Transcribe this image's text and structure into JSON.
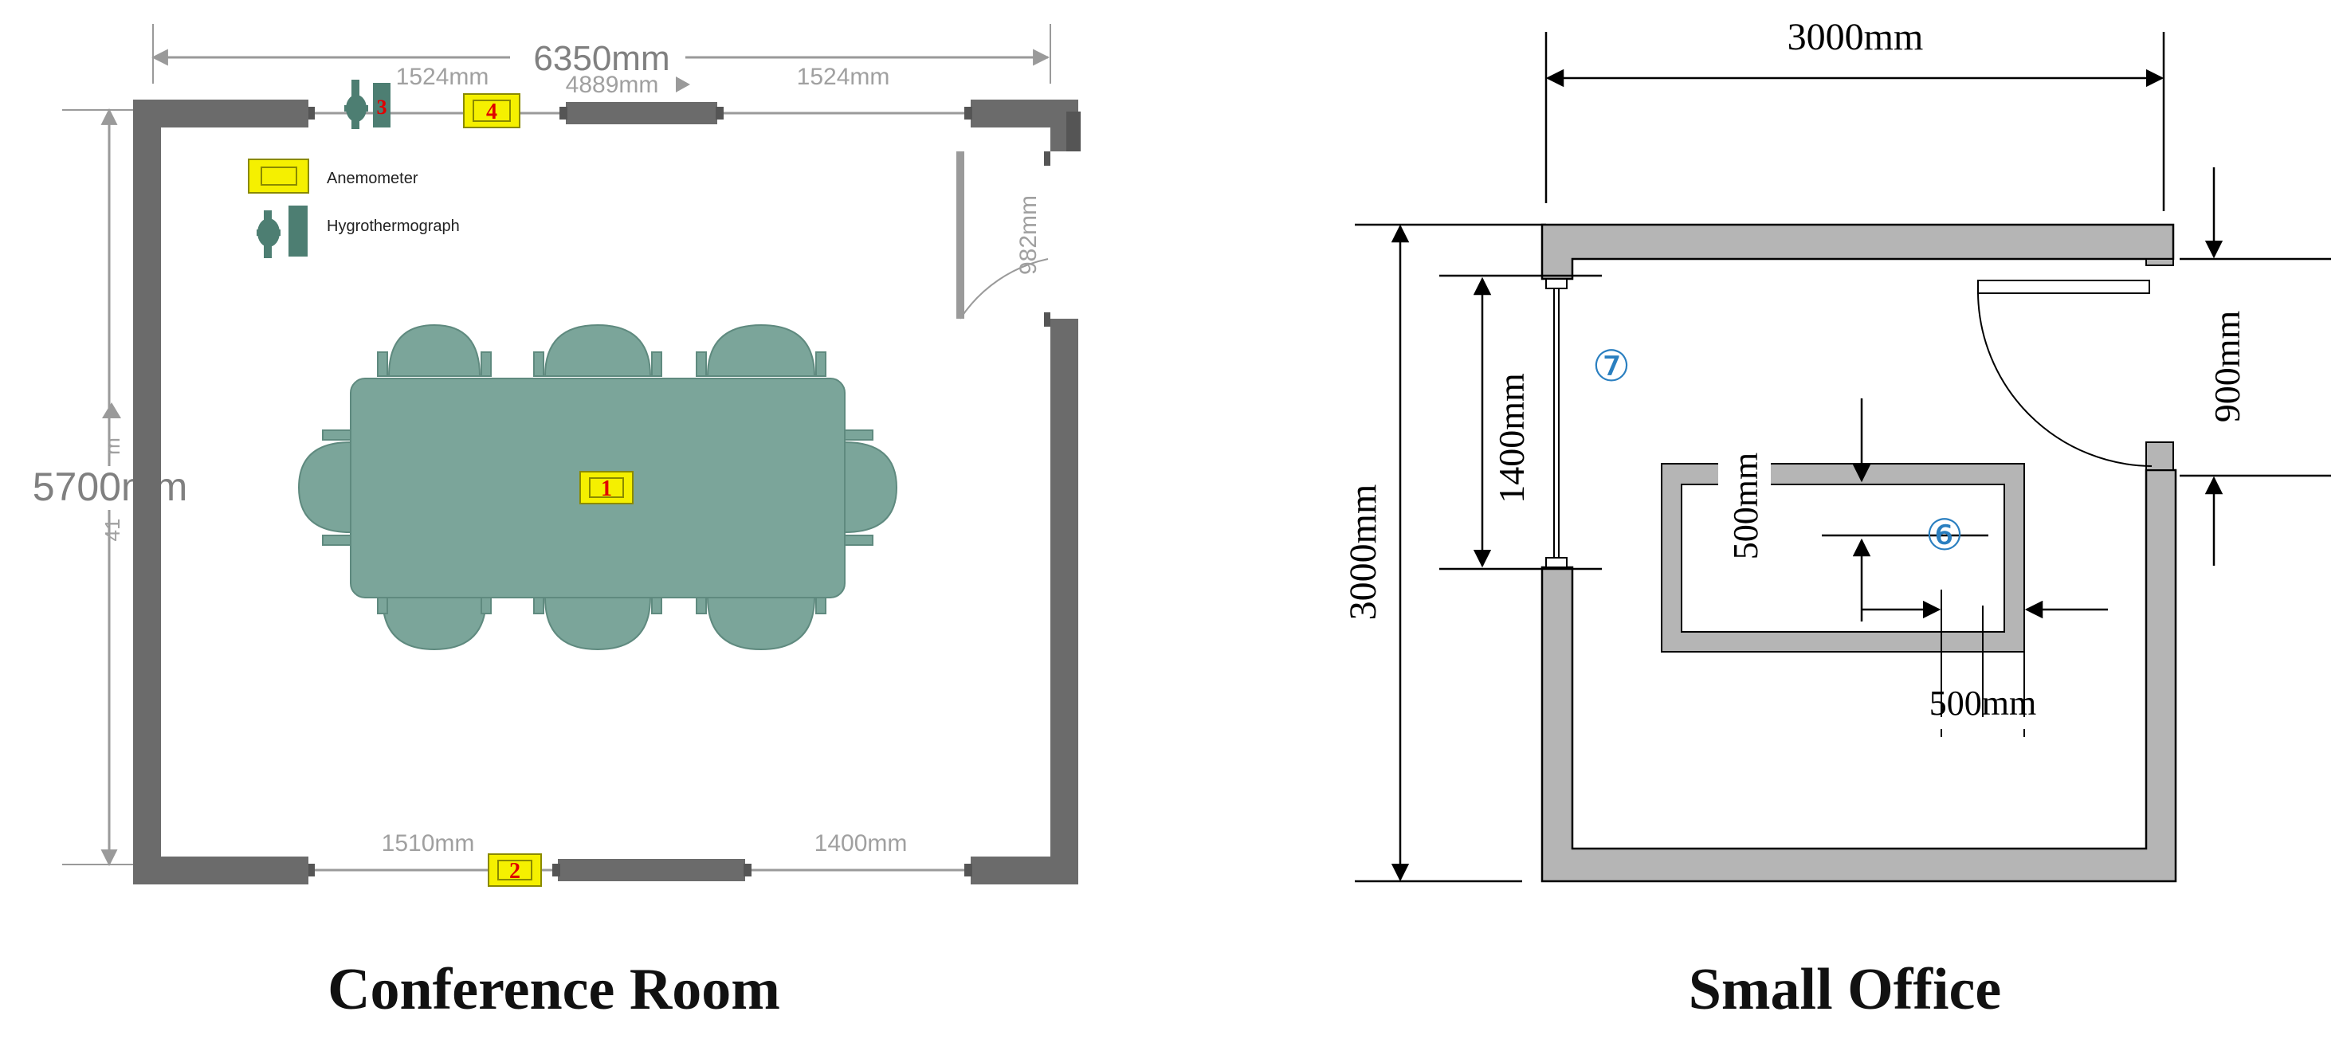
{
  "conference_room": {
    "caption": "Conference Room",
    "dims": {
      "total_width": "6350mm",
      "total_height": "5700mm",
      "window_top_left": "1524mm",
      "window_top_mid": "4889mm",
      "window_top_right": "1524mm",
      "window_bottom_left": "1510mm",
      "window_bottom_right": "1400mm",
      "door": "982mm",
      "side_fragment_top": "m",
      "side_fragment_bottom": "41"
    },
    "legend": {
      "anemometer": "Anemometer",
      "hygrothermograph": "Hygrothermograph"
    },
    "points": [
      "1",
      "2",
      "3",
      "4"
    ]
  },
  "small_office": {
    "caption": "Small Office",
    "dims": {
      "width": "3000mm",
      "height": "3000mm",
      "window": "1400mm",
      "door": "900mm",
      "inner_height": "500mm",
      "inner_width": "500mm"
    },
    "points": [
      "⑦",
      "⑥"
    ]
  },
  "colors": {
    "wall_dark": "#6b6b6b",
    "wall_light": "#b5b5b5",
    "furniture": "#7ba59a",
    "sensor_fill": "#f5f000",
    "marker_red": "#e00000",
    "office_label": "#2a7fc0"
  }
}
